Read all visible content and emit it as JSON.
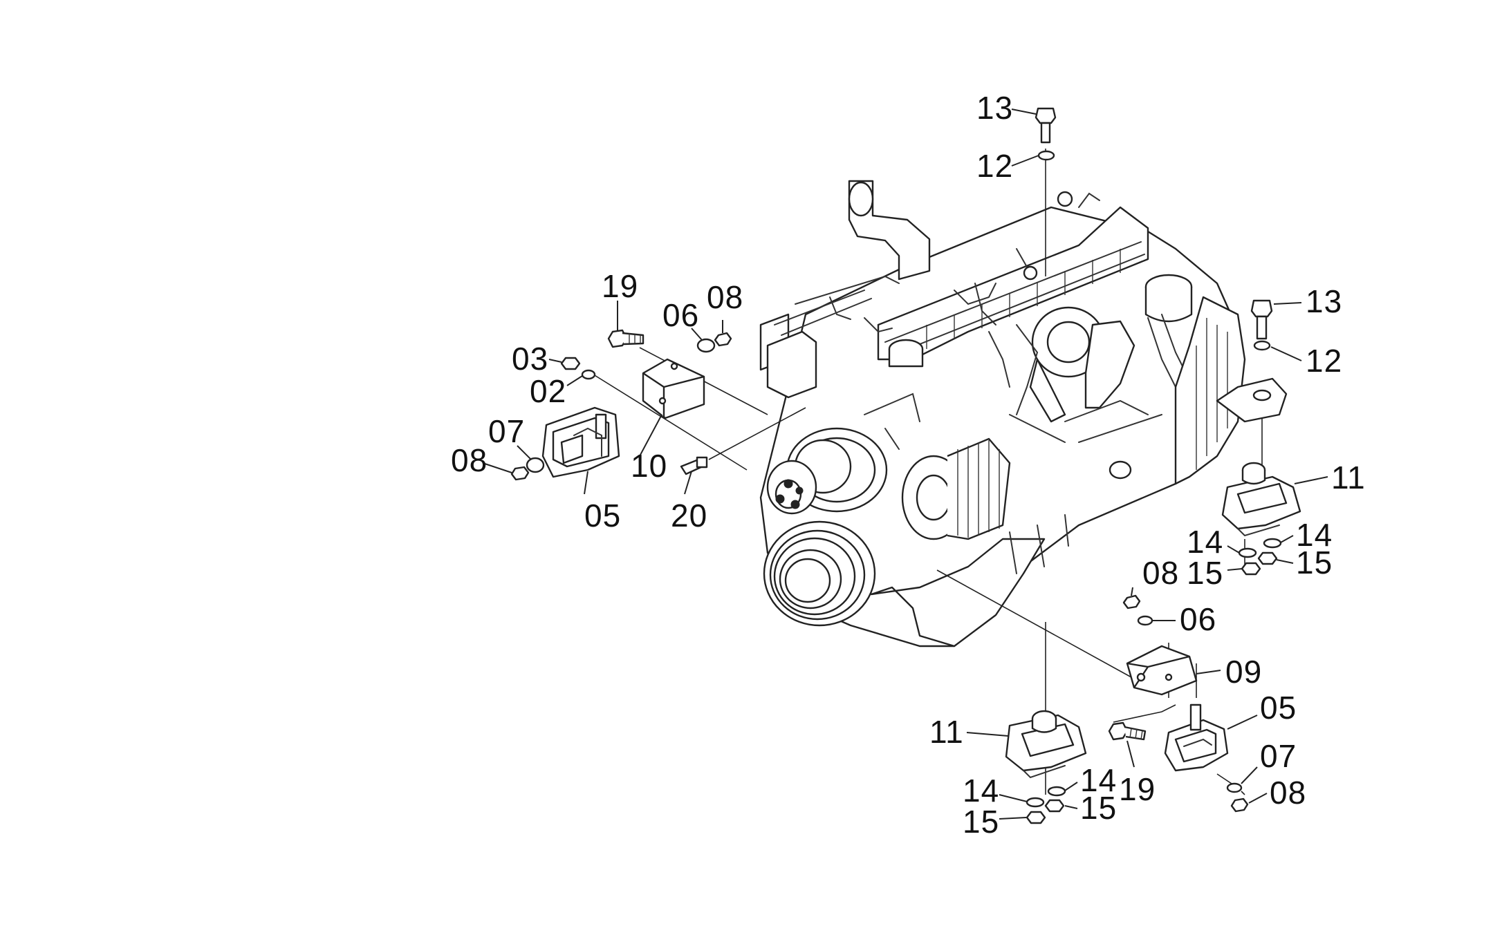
{
  "diagram": {
    "background": "#ffffff",
    "stroke_color": "#222222",
    "callouts": [
      "13",
      "12",
      "13",
      "12",
      "19",
      "06",
      "08",
      "03",
      "02",
      "07",
      "08",
      "10",
      "05",
      "20",
      "11",
      "14",
      "14",
      "15",
      "15",
      "08",
      "06",
      "09",
      "05",
      "11",
      "19",
      "07",
      "08",
      "14",
      "14",
      "15",
      "15"
    ]
  }
}
